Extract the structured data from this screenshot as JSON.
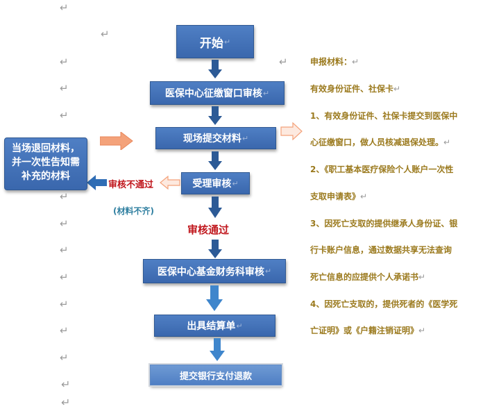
{
  "flowchart": {
    "start": "开始",
    "step1": "医保中心征缴窗口审核",
    "step2": "现场提交材料",
    "step3": "受理审核",
    "step4": "医保中心基金财务科审核",
    "step5": "出具结算单",
    "step6": "提交银行支付退款",
    "reject_box": "当场退回材料，并一次性告知需补充的材料",
    "reject_label": "审核不通过",
    "reject_reason": "(材料不齐)",
    "pass_label": "审核通过"
  },
  "side_notes": {
    "heading": "申报材料：",
    "line1": "有效身份证件、社保卡",
    "line2": "1、有效身份证件、社保卡提交到医保中",
    "line3": "心征缴窗口，做人员核减退保处理。",
    "line4": "2、《职工基本医疗保险个人账户一次性",
    "line5": "支取申请表》",
    "line6": "3、因死亡支取的提供继承人身份证、银",
    "line7": "行卡账户信息，通过数据共享无法查询",
    "line8": "死亡信息的应提供个人承诺书",
    "line9": "4、因死亡支取的，提供死者的《医学死",
    "line10": "亡证明》或《户籍注销证明》"
  },
  "symbols": {
    "paragraph_mark": "↵"
  },
  "colors": {
    "box_blue": "#3f6fb5",
    "arrow_dark_blue": "#2c5a96",
    "arrow_light_blue": "#3f86cc",
    "arrow_orange": "#f4a27a",
    "note_text": "#9b7a1e",
    "reject_red": "#c0161c",
    "reason_teal": "#2f7fa0"
  }
}
